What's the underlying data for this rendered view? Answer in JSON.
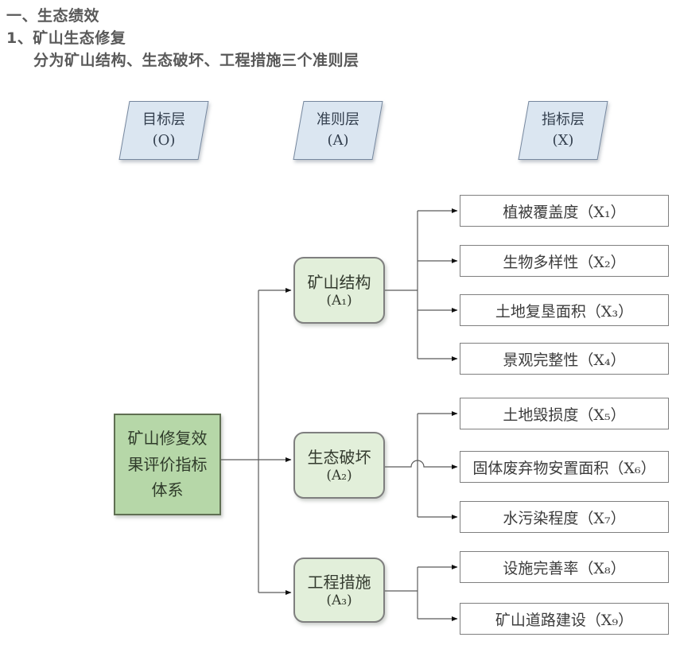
{
  "heading": {
    "line1": "一、生态绩效",
    "line2": "1、矿山生态修复",
    "line3": "分为矿山结构、生态破坏、工程措施三个准则层"
  },
  "layers": [
    {
      "label": "目标层",
      "code": "(O)"
    },
    {
      "label": "准则层",
      "code": "(A)"
    },
    {
      "label": "指标层",
      "code": "(X)"
    }
  ],
  "goal": {
    "label": "矿山修复效果评价指标体系"
  },
  "criteria": [
    {
      "label": "矿山结构",
      "code": "(A₁)"
    },
    {
      "label": "生态破坏",
      "code": "(A₂)"
    },
    {
      "label": "工程措施",
      "code": "(A₃)"
    }
  ],
  "indicators": [
    {
      "label": "植被覆盖度（X₁）"
    },
    {
      "label": "生物多样性（X₂）"
    },
    {
      "label": "土地复垦面积（X₃）"
    },
    {
      "label": "景观完整性（X₄）"
    },
    {
      "label": "土地毁损度（X₅）"
    },
    {
      "label": "固体废弃物安置面积（X₆）"
    },
    {
      "label": "水污染程度（X₇）"
    },
    {
      "label": "设施完善率（X₈）"
    },
    {
      "label": "矿山道路建设（X₉）"
    }
  ],
  "colors": {
    "layer_fill": "#dbe6f1",
    "goal_fill": "#b6d7a8",
    "criteria_fill": "#e2efda",
    "indicator_fill": "#ffffff",
    "box_border": "#7f7f7f",
    "connector_line": "#5b5b5b",
    "arrowhead": "#111111",
    "heading_text": "#595959"
  }
}
